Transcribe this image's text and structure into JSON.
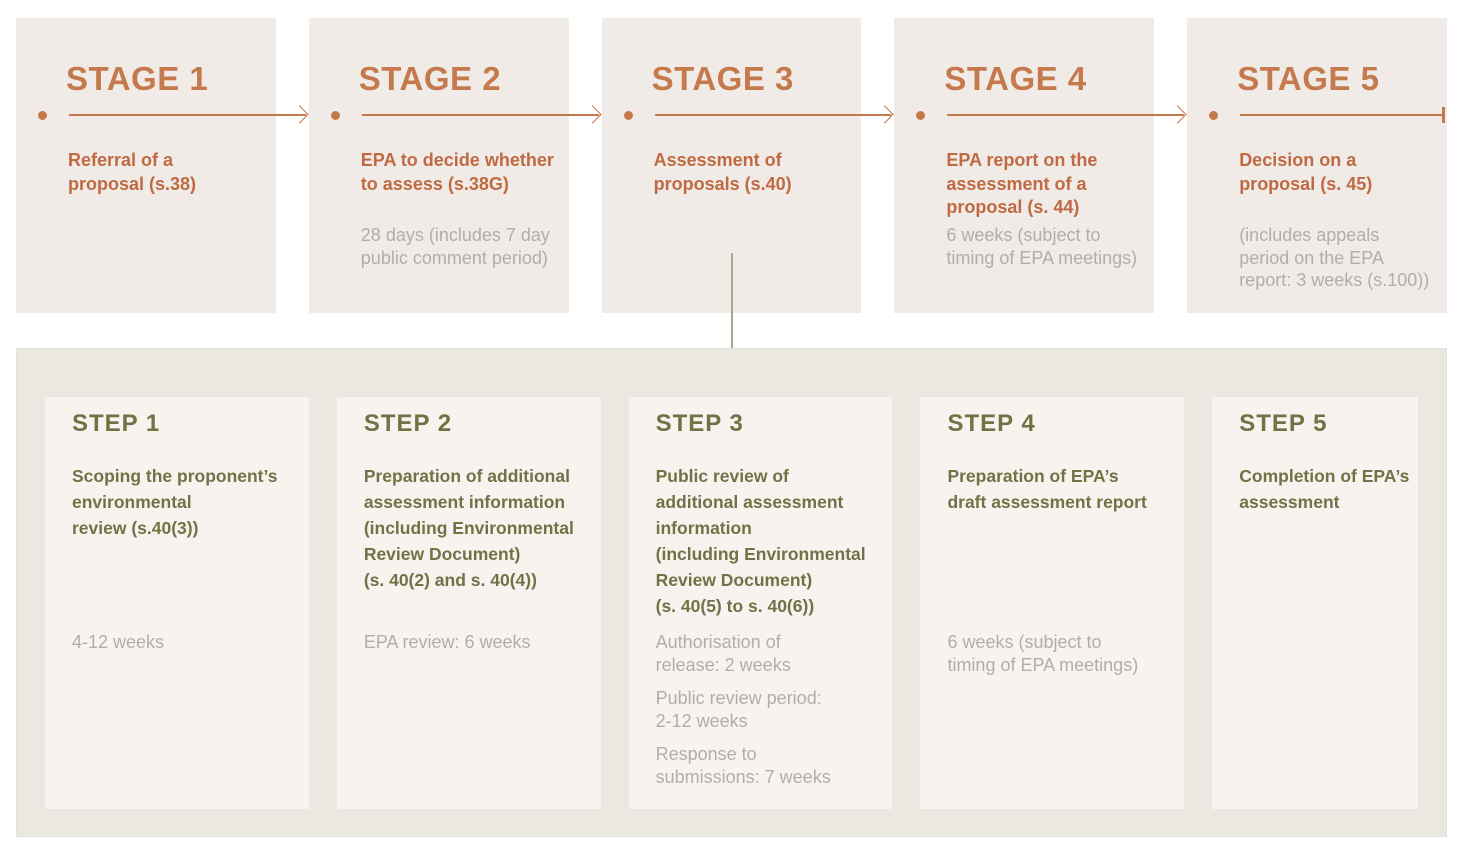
{
  "palette": {
    "accent_orange_heading": "#c47a4d",
    "accent_orange_text": "#bf6a42",
    "accent_orange_line": "#c4794b",
    "olive_green": "#6f7346",
    "muted_gray_text": "#b4aca7",
    "stage_box_bg": "#f1ebe7",
    "steps_container_bg": "#ebe8e2",
    "step_card_bg": "#f7f4ef",
    "connector_gray_green": "#a6a992"
  },
  "stages": [
    {
      "title": "STAGE 1",
      "description": "Referral of a\nproposal (s.38)",
      "timing": ""
    },
    {
      "title": "STAGE 2",
      "description": "EPA to decide whether\nto assess (s.38G)",
      "timing": "28 days (includes 7 day\npublic comment period)"
    },
    {
      "title": "STAGE 3",
      "description": "Assessment of\nproposals (s.40)",
      "timing": ""
    },
    {
      "title": "STAGE 4",
      "description": "EPA report on the\nassessment of a\nproposal (s. 44)",
      "timing": "6 weeks (subject to\ntiming of EPA meetings)"
    },
    {
      "title": "STAGE 5",
      "description": "Decision on a\nproposal (s. 45)",
      "timing": "(includes appeals\nperiod on the EPA\nreport: 3 weeks (s.100))"
    }
  ],
  "steps": [
    {
      "title": "STEP 1",
      "description": "Scoping the proponent’s\nenvironmental\nreview (s.40(3))",
      "timings": [
        "4-12 weeks"
      ]
    },
    {
      "title": "STEP 2",
      "description": "Preparation of additional\nassessment information\n(including Environmental\nReview Document)\n(s. 40(2) and s. 40(4))",
      "timings": [
        "EPA review: 6 weeks"
      ]
    },
    {
      "title": "STEP 3",
      "description": "Public review of\nadditional assessment\ninformation\n(including Environmental\nReview Document)\n(s. 40(5) to s. 40(6))",
      "timings": [
        "Authorisation of\nrelease: 2 weeks",
        "Public review period:\n2-12 weeks",
        "Response to\nsubmissions: 7 weeks"
      ]
    },
    {
      "title": "STEP 4",
      "description": "Preparation of EPA’s\ndraft assessment report",
      "timings": [
        "6 weeks (subject to\ntiming of EPA meetings)"
      ]
    },
    {
      "title": "STEP 5",
      "description": "Completion of EPA’s\nassessment",
      "timings": []
    }
  ]
}
